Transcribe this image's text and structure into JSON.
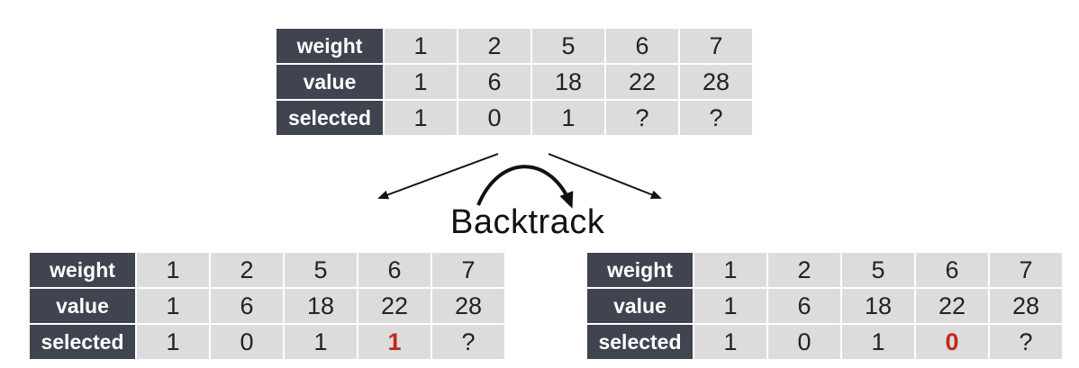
{
  "backtrack_label": "Backtrack",
  "row_labels": {
    "weight": "weight",
    "value": "value",
    "selected": "selected"
  },
  "tables": {
    "top": {
      "weight": [
        "1",
        "2",
        "5",
        "6",
        "7"
      ],
      "value": [
        "1",
        "6",
        "18",
        "22",
        "28"
      ],
      "selected": [
        "1",
        "0",
        "1",
        "?",
        "?"
      ]
    },
    "left": {
      "weight": [
        "1",
        "2",
        "5",
        "6",
        "7"
      ],
      "value": [
        "1",
        "6",
        "18",
        "22",
        "28"
      ],
      "selected": [
        "1",
        "0",
        "1",
        "1",
        "?"
      ]
    },
    "right": {
      "weight": [
        "1",
        "2",
        "5",
        "6",
        "7"
      ],
      "value": [
        "1",
        "6",
        "18",
        "22",
        "28"
      ],
      "selected": [
        "1",
        "0",
        "1",
        "0",
        "?"
      ]
    }
  },
  "highlight_color": "#c0281e",
  "header_color": "#3f4450",
  "cell_color": "#dcdcdd"
}
